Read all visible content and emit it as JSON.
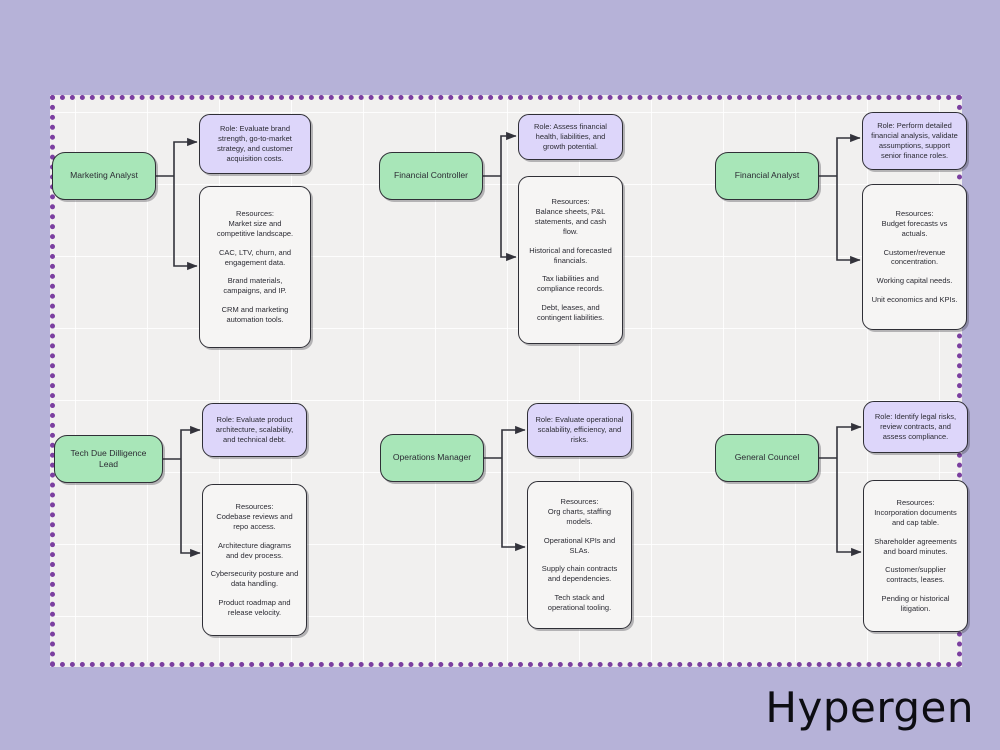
{
  "brand": {
    "name": "Hypergen"
  },
  "canvas": {
    "background_color": "#f1f0ef",
    "page_background_color": "#b6b2d8",
    "border_color": "#7b3fa0",
    "actor_fill": "#a8e6b8",
    "role_fill": "#ddd6fa",
    "resource_fill": "#f6f5f4"
  },
  "clusters": [
    {
      "id": "marketing-analyst",
      "actor": "Marketing Analyst",
      "role": "Role: Evaluate brand strength, go-to-market strategy, and customer acquisition costs.",
      "resources_heading": "Resources:",
      "resources": [
        "Market size and\ncompetitive landscape.",
        "CAC, LTV, churn, and\nengagement data.",
        "Brand materials,\ncampaigns, and IP.",
        "CRM and marketing\nautomation tools."
      ]
    },
    {
      "id": "financial-controller",
      "actor": "Financial Controller",
      "role": "Role: Assess financial health, liabilities, and growth potential.",
      "resources_heading": "Resources:",
      "resources": [
        "Balance sheets, P&L\nstatements, and cash\nflow.",
        "Historical and forecasted\nfinancials.",
        "Tax liabilities and\ncompliance records.",
        "Debt, leases, and\ncontingent liabilities."
      ]
    },
    {
      "id": "financial-analyst",
      "actor": "Financial Analyst",
      "role": "Role: Perform detailed financial analysis, validate assumptions, support senior finance roles.",
      "resources_heading": "Resources:",
      "resources": [
        "Budget forecasts vs\nactuals.",
        "Customer/revenue\nconcentration.",
        "Working capital needs.",
        "Unit economics and KPIs."
      ]
    },
    {
      "id": "tech-due-dilligence-lead",
      "actor": "Tech Due Dilligence Lead",
      "role": "Role: Evaluate product architecture, scalability, and technical debt.",
      "resources_heading": "Resources:",
      "resources": [
        "Codebase reviews and\nrepo access.",
        "Architecture diagrams\nand dev process.",
        "Cybersecurity posture and\ndata handling.",
        "Product roadmap and\nrelease velocity."
      ]
    },
    {
      "id": "operations-manager",
      "actor": "Operations Manager",
      "role": "Role: Evaluate operational scalability, efficiency, and risks.",
      "resources_heading": "Resources:",
      "resources": [
        "Org charts, staffing\nmodels.",
        "Operational KPIs and\nSLAs.",
        "Supply chain contracts\nand dependencies.",
        "Tech stack and\noperational tooling."
      ]
    },
    {
      "id": "general-councel",
      "actor": "General Councel",
      "role": "Role: Identify legal risks, review contracts, and assess compliance.",
      "resources_heading": "Resources:",
      "resources": [
        "Incorporation documents\nand cap table.",
        "Shareholder agreements\nand board minutes.",
        "Customer/supplier\ncontracts, leases.",
        "Pending or historical\nlitigation."
      ]
    }
  ]
}
